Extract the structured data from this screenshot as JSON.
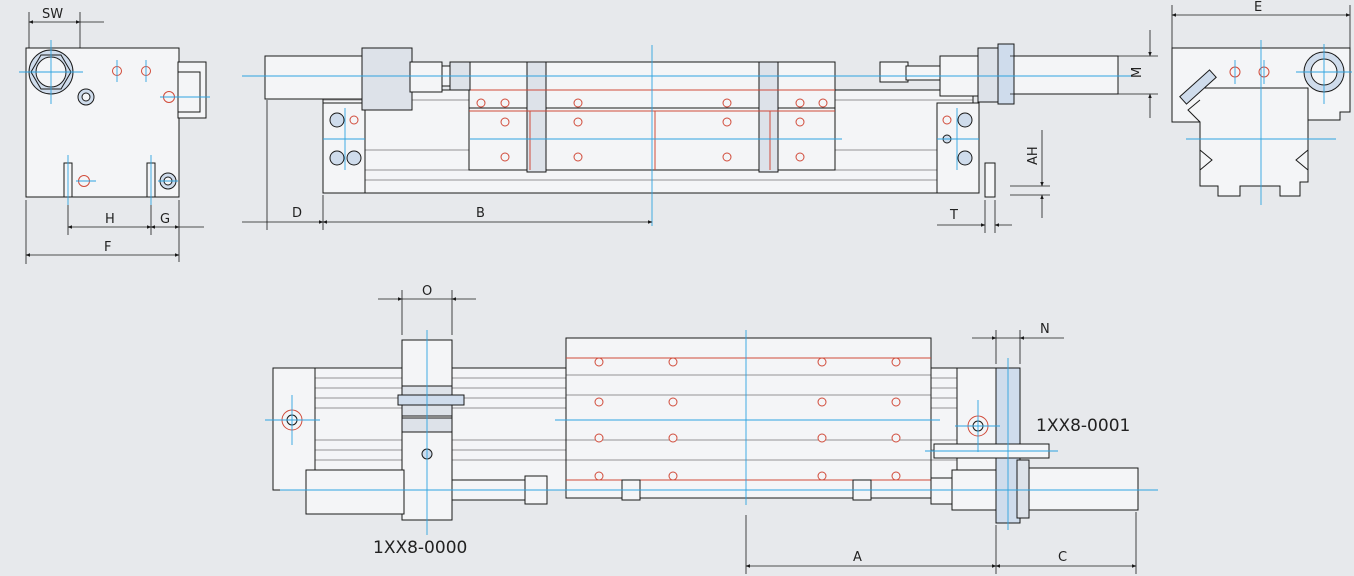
{
  "dimension_labels": {
    "sw": "SW",
    "h": "H",
    "g": "G",
    "f": "F",
    "d": "D",
    "b": "B",
    "t": "T",
    "ah": "AH",
    "m": "M",
    "e": "E",
    "o": "O",
    "n": "N",
    "a": "A",
    "c": "C"
  },
  "part_numbers": {
    "right_variant": "1XX8-0001",
    "left_variant": "1XX8-0000"
  },
  "colors": {
    "background": "#e7e9ec",
    "outline": "#1a1a1a",
    "centerline": "#2ea3e0",
    "hole_highlight": "#d14b3a",
    "body_fill": "#f4f5f7"
  }
}
